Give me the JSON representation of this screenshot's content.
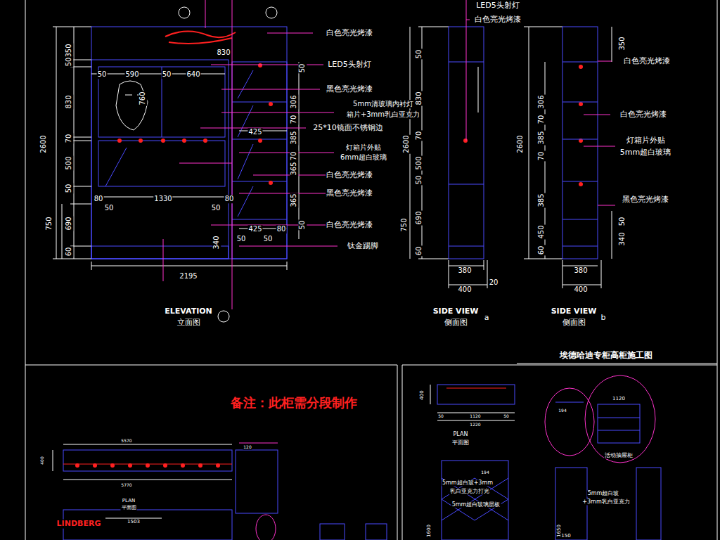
{
  "diagram": {
    "title": "埃德哈迪专柜高柜施工图",
    "labels": [
      "350",
      "50",
      "830",
      "70",
      "500",
      "50",
      "690",
      "750",
      "60",
      "2600",
      "50",
      "590",
      "50",
      "640",
      "830",
      "760",
      "50",
      "306",
      "70",
      "385",
      "425",
      "70",
      "365",
      "365",
      "50",
      "425",
      "80",
      "340",
      "50",
      "50",
      "80",
      "1330",
      "50",
      "50",
      "80",
      "2195",
      "白色亮光烤漆",
      "LED5头射灯",
      "黑色亮光烤漆",
      "5mm清玻璃内衬灯",
      "箱片+3mm乳白亚克力",
      "25*10镜面不锈钢边",
      "灯箱片外贴",
      "6mm超白玻璃",
      "白色亮光烤漆",
      "黑色亮光烤漆",
      "白色亮光烤漆",
      "钛金踢脚",
      "ELEVATION",
      "立面图",
      "LED5头射灯",
      "白色亮光烤漆",
      "50",
      "830",
      "70",
      "500",
      "50",
      "690",
      "60",
      "750",
      "2600",
      "380",
      "400",
      "20",
      "SIDE VIEW",
      "侧面图",
      "a",
      "350",
      "306",
      "70",
      "385",
      "70",
      "385",
      "450",
      "60",
      "2600",
      "50",
      "340",
      "白色亮光烤漆",
      "白色亮光烤漆",
      "灯箱片外贴",
      "5mm超白玻璃",
      "黑色亮光烤漆",
      "380",
      "400",
      "SIDE VIEW",
      "侧面图",
      "b",
      "备注：此柜需分段制作",
      "5570",
      "400",
      "5770",
      "PLAN",
      "平面图",
      "LINDBERG",
      "1503",
      "120",
      "400",
      "50",
      "1120",
      "50",
      "1220",
      "PLAN",
      "平面图",
      "194",
      "1120",
      "活动抽屉柜",
      "5mm超白玻+3mm",
      "乳白亚克力打光",
      "5mm超白玻璃层板",
      "194",
      "5mm超白玻",
      "+3mm乳白亚克力",
      "1600",
      "1650",
      "150"
    ]
  }
}
